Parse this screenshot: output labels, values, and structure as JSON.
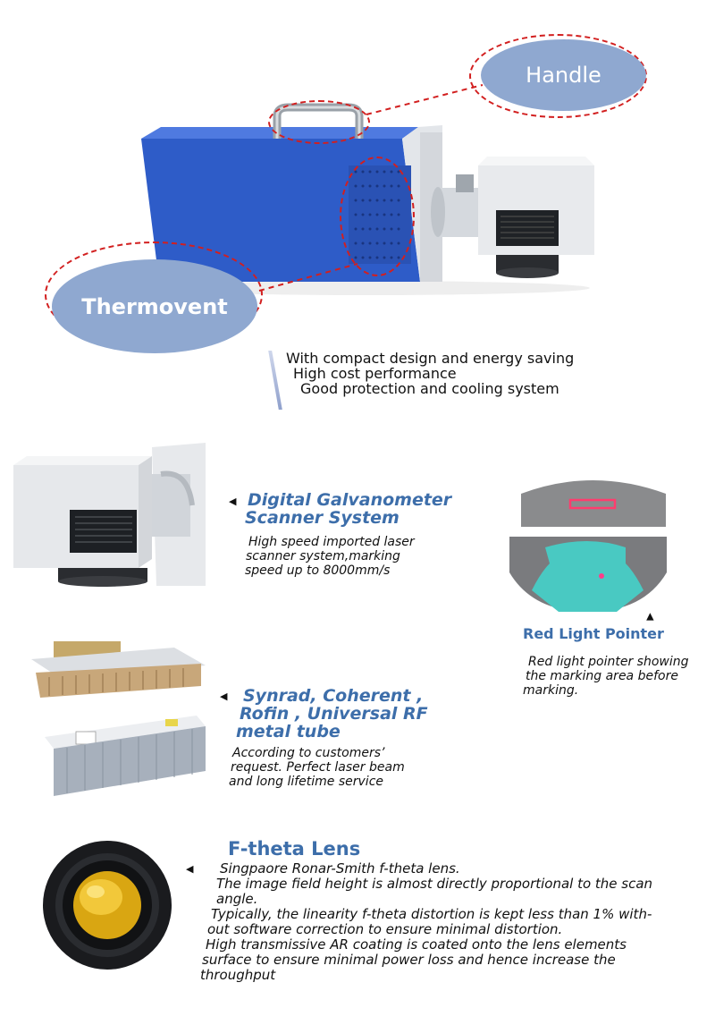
{
  "hero": {
    "handle_label": "Handle",
    "thermovent_label": "Thermovent",
    "features": [
      "With compact design and energy saving",
      "High cost performance",
      "Good protection and cooling system"
    ]
  },
  "galvo": {
    "title_line1": "Digital Galvanometer",
    "title_line2": "Scanner System",
    "desc_line1": "High speed imported laser",
    "desc_line2": "scanner system,marking",
    "desc_line3": "speed up to 8000mm/s"
  },
  "pointer": {
    "title": "Red Light Pointer",
    "desc_line1": "Red light pointer showing",
    "desc_line2": "the marking area before",
    "desc_line3": "marking."
  },
  "tube": {
    "title_line1": "Synrad, Coherent ,",
    "title_line2": "Rofin , Universal RF",
    "title_line3": "metal tube",
    "desc_line1": "According to customers’",
    "desc_line2": "request. Perfect laser beam",
    "desc_line3": "and long lifetime service"
  },
  "lens": {
    "title": "F-theta Lens",
    "lines": [
      "Singpaore Ronar-Smith f-theta lens.",
      "The image field height is almost directly proportional to the scan",
      "angle.",
      "Typically, the linearity f-theta distortion is kept less than 1% with-",
      "out software correction to ensure minimal distortion.",
      "High transmissive AR coating is coated onto the lens elements",
      "surface to ensure minimal power loss and hence increase the",
      "throughput"
    ]
  },
  "colors": {
    "accent_blue": "#3d6eaa",
    "bubble_blue": "#8fa8d0",
    "dash_red": "#d21f1f",
    "machine_blue": "#2e5cc8"
  }
}
